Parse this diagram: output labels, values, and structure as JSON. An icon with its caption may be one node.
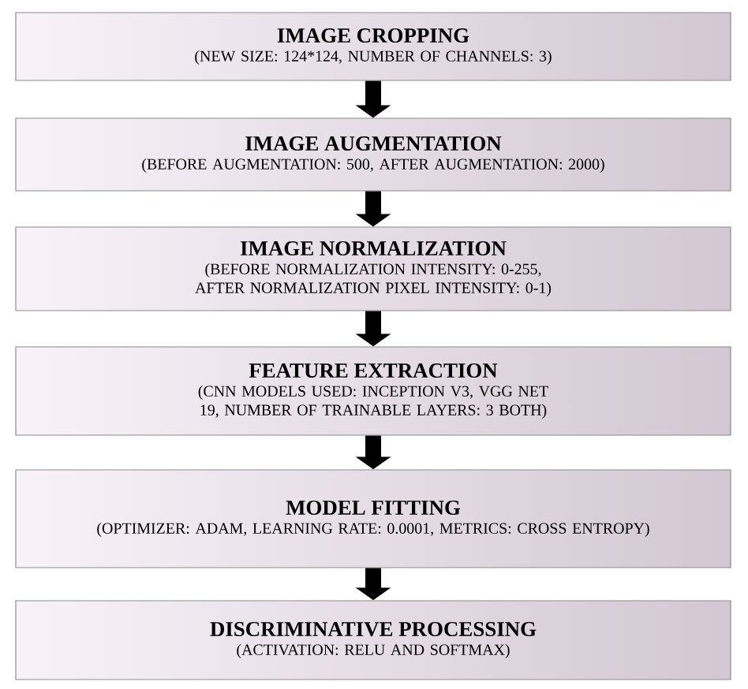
{
  "diagram": {
    "nodes": [
      {
        "text": [
          "IMAGE CROPPING",
          "(NEW SIZE: 124*124, NUMBER OF CHANNELS: 3)"
        ]
      },
      {
        "text": [
          "IMAGE AUGMENTATION",
          "(BEFORE AUGMENTATION: 500, AFTER AUGMENTATION: 2000)"
        ]
      },
      {
        "text": [
          "IMAGE NORMALIZATION",
          "(BEFORE NORMALIZATION INTENSITY: 0-255, AFTER NORMALIZATION PIXEL INTENSITY: 0-1)"
        ]
      },
      {
        "text": [
          "FEATURE EXTRACTION",
          "(CNN MODELS USED: INCEPTION V3, VGG NET 19, NUMBER OF TRAINABLE LAYERS: 3 BOTH)"
        ]
      },
      {
        "text": [
          "MODEL FITTING",
          "(OPTIMIZER: ADAM, LEARNING RATE: 0.0001, METRICS: CROSS ENTROPY)"
        ]
      },
      {
        "text": [
          "DISCRIMINATIVE PROCESSING",
          "(ACTIVATION: RELU AND SOFTMAX)"
        ]
      }
    ],
    "edges": [
      {
        "from": 0,
        "to": 1,
        "arrow": "to"
      },
      {
        "from": 1,
        "to": 2,
        "arrow": "to"
      },
      {
        "from": 2,
        "to": 3,
        "arrow": "to"
      },
      {
        "from": 3,
        "to": 4,
        "arrow": "to"
      },
      {
        "from": 4,
        "to": 5,
        "arrow": "to"
      }
    ]
  }
}
